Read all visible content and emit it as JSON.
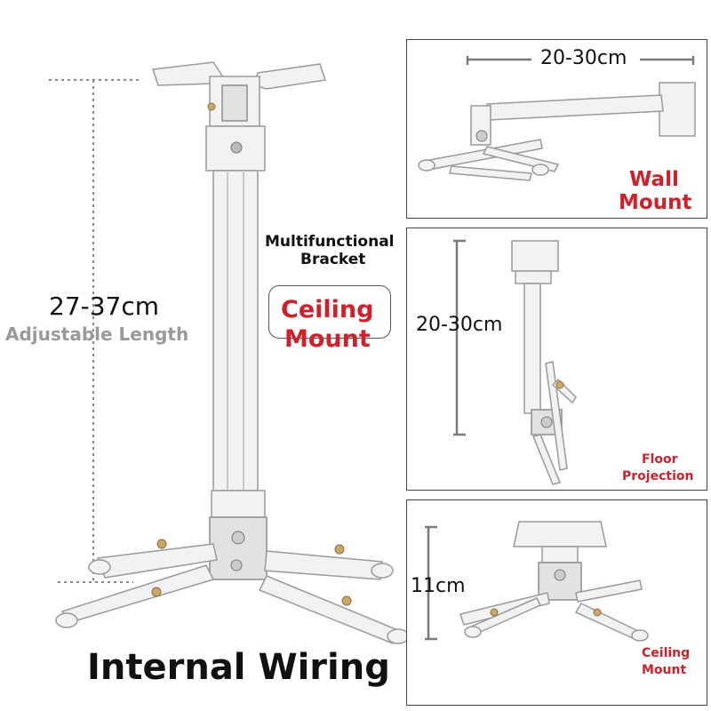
{
  "main": {
    "length_value": "27-37cm",
    "length_label": "Adjustable Length",
    "feature_label_line1": "Multifunctional",
    "feature_label_line2": "Bracket",
    "mount_type_line1": "Ceiling",
    "mount_type_line2": "Mount",
    "bottom_caption": "Internal Wiring"
  },
  "panels": [
    {
      "dimension": "20-30cm",
      "label_line1": "Wall",
      "label_line2": "Mount"
    },
    {
      "dimension": "20-30cm",
      "label_line1": "Floor",
      "label_line2": "Projection"
    },
    {
      "dimension": "11cm",
      "label_line1": "Ceiling",
      "label_line2": "Mount"
    }
  ],
  "colors": {
    "accent_red": "#d0202a",
    "text_black": "#111111",
    "text_gray": "#9a9a9a",
    "metal_white": "#f2f2f2"
  }
}
